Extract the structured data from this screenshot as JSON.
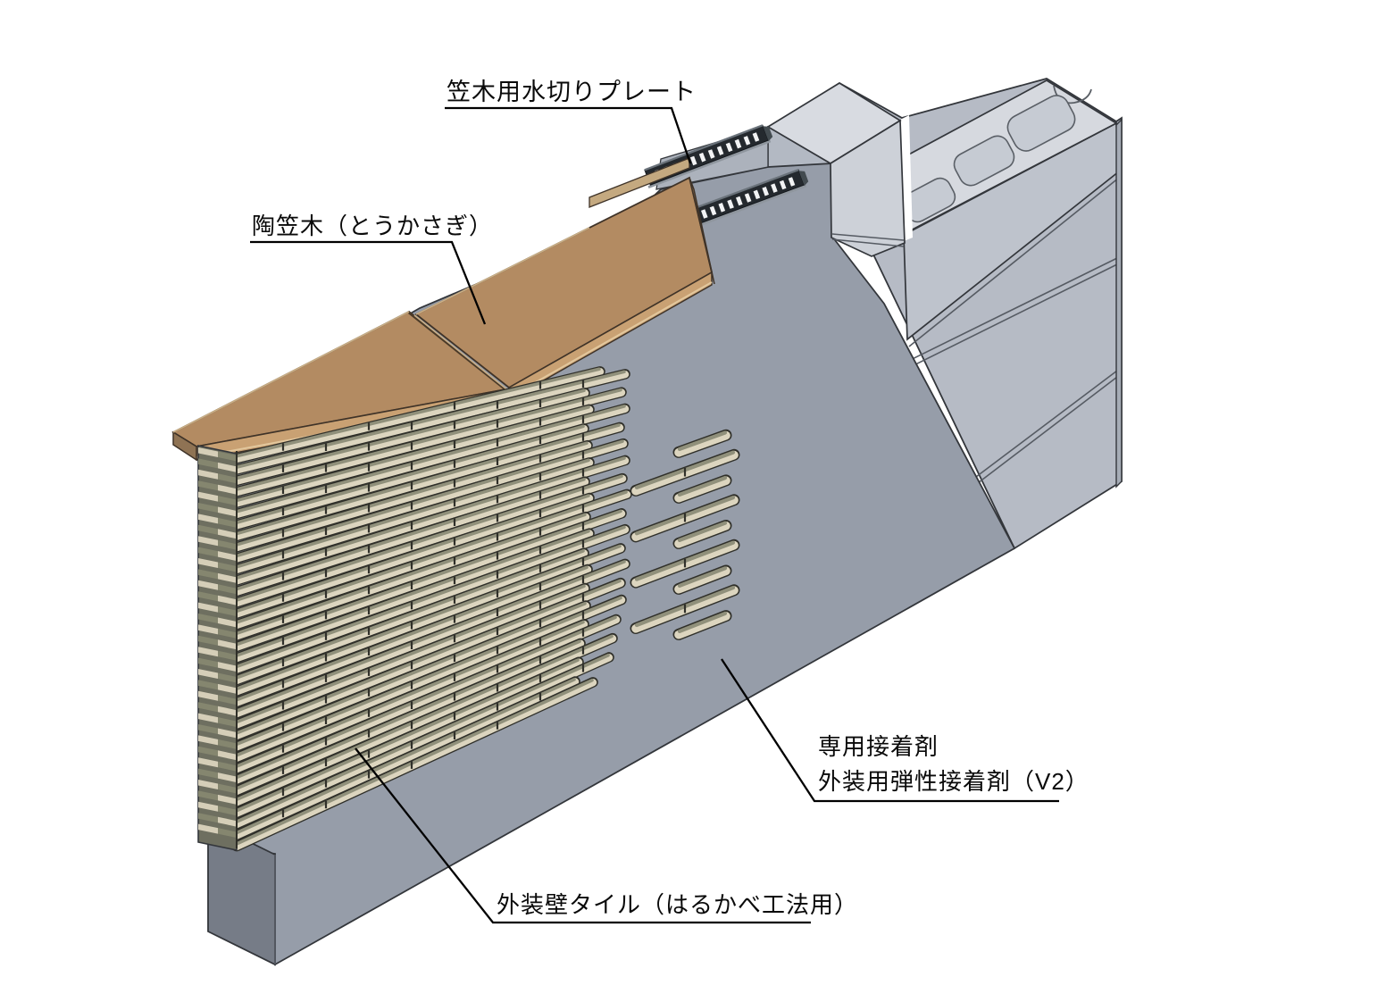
{
  "diagram": {
    "labels": {
      "coping_drip_plate": "笠木用水切りプレート",
      "ceramic_coping": "陶笠木（とうかさぎ）",
      "adhesive_line1": "専用接着剤",
      "adhesive_line2": "外装用弾性接着剤（V2）",
      "exterior_wall_tile": "外装壁タイル（はるかべ工法用）"
    },
    "colors": {
      "background": "#FFFFFF",
      "adhesive": "#969DA9",
      "band": "#ACB2BC",
      "blockFace": "#B6BBC5",
      "blockFront": "#BEC3CC",
      "blockTop": "#D6D9DF",
      "blockSide": "#A6ACB6",
      "blockHole": "#C6CBD3",
      "pillarTop": "#D8DBE1",
      "pillarLeft": "#B3B9C3",
      "pillarFront": "#CDD1D8",
      "copingTop": "#B38B62",
      "copingFront": "#C9A173",
      "copingEnd": "#8F7354",
      "copingEnd2": "#99795A",
      "copingBack": "#C4A980",
      "copingChamfer": "#E2C79D",
      "copingHighlight": "#C9AE86",
      "copingJoint": "#4A3A28",
      "foundationSide": "#767C87",
      "tileFace": "#DCD5BF",
      "tileTop": "#90907B",
      "tileShadow": "#30302A",
      "stripBg": "#6E6F60",
      "stripCream": "#D5CEB8",
      "stripOlive": "#85866F",
      "plateDark": "#24292E",
      "plateSlit": "#F2F3F4",
      "plateBase": "#8F969E",
      "outline": "#33363B",
      "label_text": "#000000"
    }
  }
}
